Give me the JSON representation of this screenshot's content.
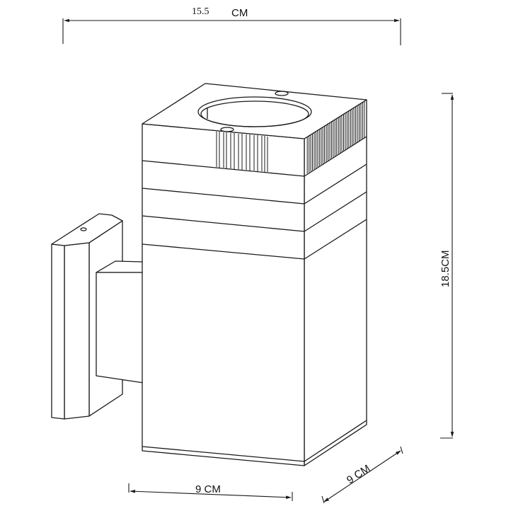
{
  "diagram": {
    "subject": "Square outdoor wall light with wall-mount bracket",
    "style": "line drawing, isometric view",
    "colors": {
      "line": "#1a1a1a",
      "background": "#ffffff"
    }
  },
  "dimensions": {
    "overall_width": {
      "value": "15.5",
      "unit": "CM"
    },
    "height": {
      "label": "18.5CM"
    },
    "front_width": {
      "label": "9 CM"
    },
    "depth": {
      "label": "9 CM"
    }
  }
}
